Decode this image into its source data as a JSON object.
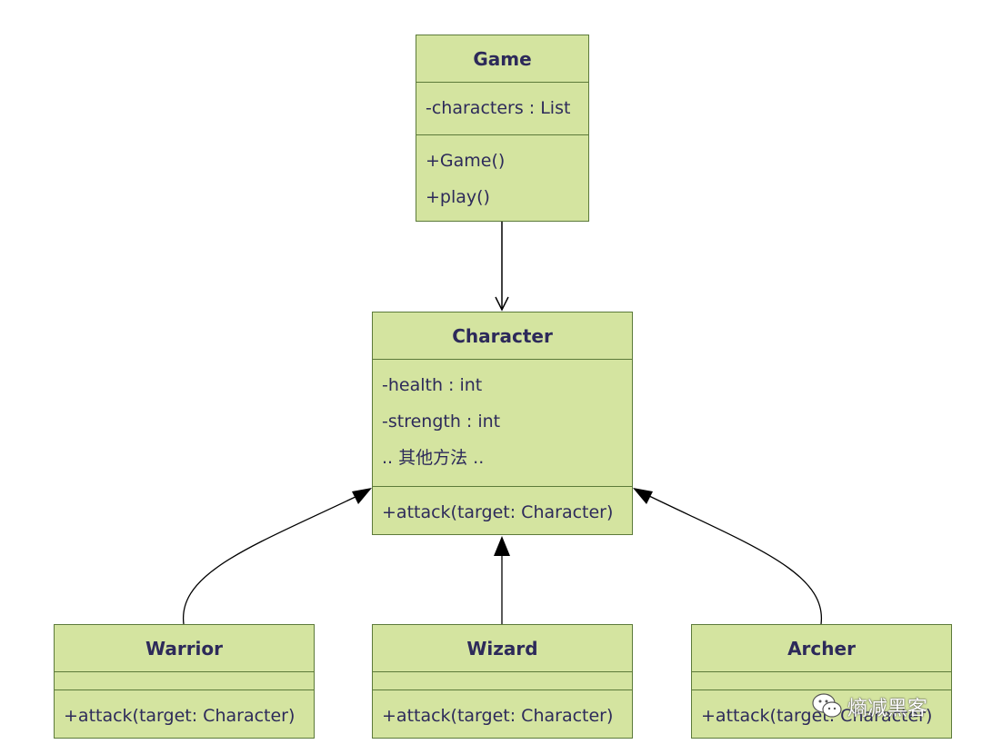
{
  "classes": [
    {
      "id": "game",
      "name": "Game",
      "attributes": [
        "-characters : List"
      ],
      "methods": [
        "+Game()",
        "+play()"
      ]
    },
    {
      "id": "character",
      "name": "Character",
      "attributes": [
        "-health : int",
        "-strength : int",
        ".. 其他方法 .."
      ],
      "methods": [
        "+attack(target: Character)"
      ]
    },
    {
      "id": "warrior",
      "name": "Warrior",
      "attributes": [],
      "methods": [
        "+attack(target: Character)"
      ]
    },
    {
      "id": "wizard",
      "name": "Wizard",
      "attributes": [],
      "methods": [
        "+attack(target: Character)"
      ]
    },
    {
      "id": "archer",
      "name": "Archer",
      "attributes": [],
      "methods": [
        "+attack(target: Character)"
      ]
    }
  ],
  "relations": [
    {
      "from": "game",
      "to": "character",
      "type": "association"
    },
    {
      "from": "warrior",
      "to": "character",
      "type": "inheritance"
    },
    {
      "from": "wizard",
      "to": "character",
      "type": "inheritance"
    },
    {
      "from": "archer",
      "to": "character",
      "type": "inheritance"
    }
  ],
  "colors": {
    "box_fill": "#d4e4a0",
    "box_border": "#5c7a3a",
    "text": "#2d2a5a",
    "line": "#000000"
  },
  "watermark": {
    "text": "熵减黑客",
    "icon": "wechat-icon"
  }
}
